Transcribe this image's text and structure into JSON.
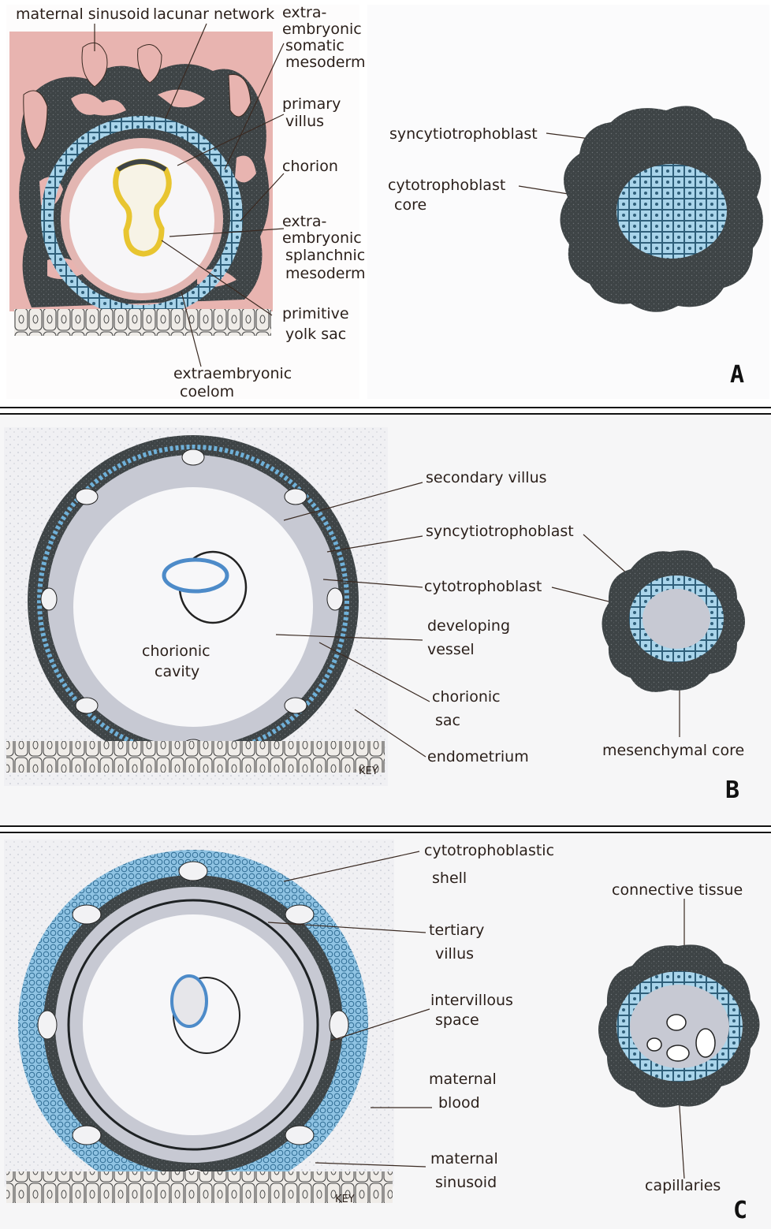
{
  "panels": [
    {
      "letter": "A",
      "labels": {
        "maternal_sinusoid": "maternal sinusoid",
        "lacunar_network": "lacunar network",
        "extra_somatic_1": "extra-",
        "extra_somatic_2": "embryonic",
        "extra_somatic_3": "somatic",
        "extra_somatic_4": "mesoderm",
        "primary_villus_1": "primary",
        "primary_villus_2": "villus",
        "chorion": "chorion",
        "extra_splanchnic_1": "extra-",
        "extra_splanchnic_2": "embryonic",
        "extra_splanchnic_3": "splanchnic",
        "extra_splanchnic_4": "mesoderm",
        "primitive_yolk_1": "primitive",
        "primitive_yolk_2": "yolk sac",
        "extraembryonic_coelom_1": "extraembryonic",
        "extraembryonic_coelom_2": "coelom",
        "syncytiotrophoblast": "syncytiotrophoblast",
        "cytotrophoblast_1": "cytotrophoblast",
        "cytotrophoblast_2": "core"
      }
    },
    {
      "letter": "B",
      "labels": {
        "secondary_villus": "secondary villus",
        "syncytiotrophoblast": "syncytiotrophoblast",
        "cytotrophoblast": "cytotrophoblast",
        "developing_vessel_1": "developing",
        "developing_vessel_2": "vessel",
        "chorionic_cavity_1": "chorionic",
        "chorionic_cavity_2": "cavity",
        "chorionic_sac_1": "chorionic",
        "chorionic_sac_2": "sac",
        "endometrium": "endometrium",
        "mesenchymal_core": "mesenchymal core",
        "signature": "KEY"
      }
    },
    {
      "letter": "C",
      "labels": {
        "cyto_shell_1": "cytotrophoblastic",
        "cyto_shell_2": "shell",
        "tertiary_villus_1": "tertiary",
        "tertiary_villus_2": "villus",
        "intervillous_1": "intervillous",
        "intervillous_2": "space",
        "maternal_blood_1": "maternal",
        "maternal_blood_2": "blood",
        "maternal_sinusoid_1": "maternal",
        "maternal_sinusoid_2": "sinusoid",
        "connective_tissue": "connective tissue",
        "capillaries": "capillaries",
        "signature": "KEY"
      }
    }
  ],
  "colors": {
    "pink": "#e8b4b0",
    "dark": "#3e4446",
    "blue_cells": "#a9d4ea",
    "yolk_yellow": "#e8c530",
    "panel_bg": "#f4f3f5",
    "grey_band": "#c7c9d3"
  }
}
